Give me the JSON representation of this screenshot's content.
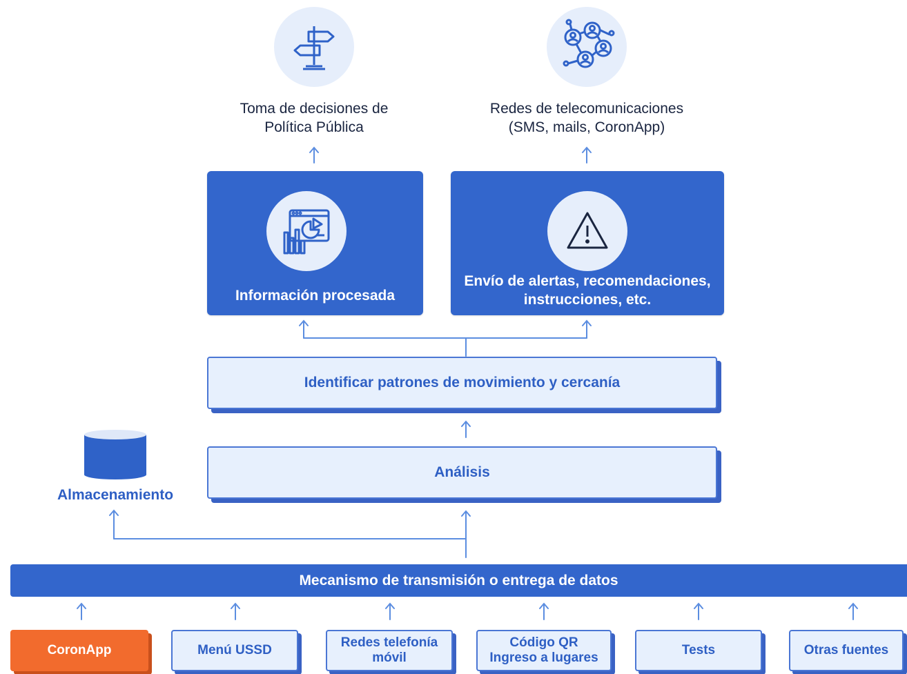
{
  "outputs": [
    {
      "id": "policy",
      "icon": "signpost-icon",
      "lines": [
        "Toma de decisiones de",
        "Política Pública"
      ]
    },
    {
      "id": "telecom",
      "icon": "network-people-icon",
      "lines": [
        "Redes de telecomunicaciones",
        "(SMS, mails, CoronApp)"
      ]
    }
  ],
  "results": [
    {
      "id": "processed",
      "icon": "analytics-dashboard-icon",
      "lines": [
        "Información procesada"
      ]
    },
    {
      "id": "alerts",
      "icon": "warning-icon",
      "lines": [
        "Envío de alertas, recomendaciones,",
        "instrucciones, etc."
      ]
    }
  ],
  "pattern_step": "Identificar patrones de movimiento y cercanía",
  "analysis_step": "Análisis",
  "storage": {
    "label": "Almacenamiento",
    "icon": "database-icon"
  },
  "transmission_bar": "Mecanismo de transmisión o entrega de datos",
  "sources": [
    {
      "lines": [
        "CoronApp"
      ],
      "highlighted": true
    },
    {
      "lines": [
        "Menú USSD"
      ]
    },
    {
      "lines": [
        "Redes telefonía",
        "móvil"
      ]
    },
    {
      "lines": [
        "Código QR",
        "Ingreso a lugares"
      ]
    },
    {
      "lines": [
        "Tests"
      ]
    },
    {
      "lines": [
        "Otras fuentes"
      ]
    }
  ],
  "colors": {
    "primary": "#3366cc",
    "light": "#e7f0fd",
    "accent": "#f26b2d",
    "arrow": "#5b8de0"
  }
}
